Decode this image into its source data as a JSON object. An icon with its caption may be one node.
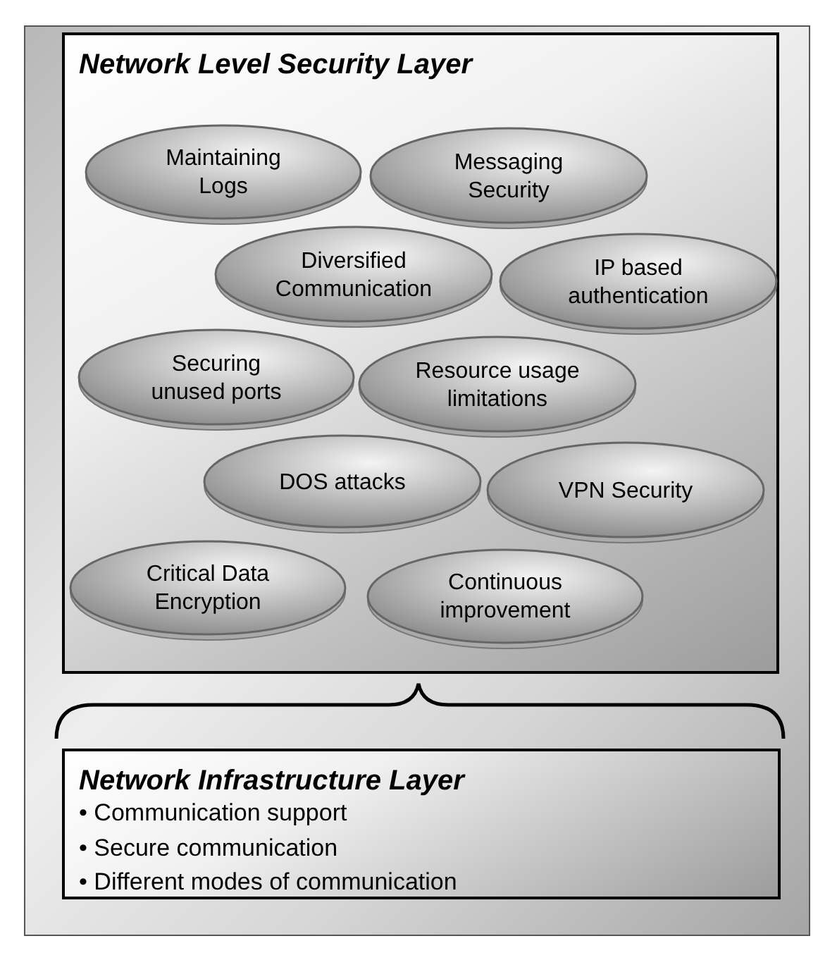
{
  "diagram": {
    "nodes": [
      {
        "text": [
          "Network Level Security Layer"
        ]
      },
      {
        "text": [
          "Maintaining Logs"
        ],
        "in": 0
      },
      {
        "text": [
          "Messaging Security"
        ],
        "in": 0
      },
      {
        "text": [
          "Diversified Communication"
        ],
        "in": 0
      },
      {
        "text": [
          "IP based authentication"
        ],
        "in": 0
      },
      {
        "text": [
          "Securing unused ports"
        ],
        "in": 0
      },
      {
        "text": [
          "Resource usage limitations"
        ],
        "in": 0
      },
      {
        "text": [
          "DOS attacks"
        ],
        "in": 0
      },
      {
        "text": [
          "VPN Security"
        ],
        "in": 0
      },
      {
        "text": [
          "Critical Data Encryption"
        ],
        "in": 0
      },
      {
        "text": [
          "Continuous improvement"
        ],
        "in": 0
      },
      {
        "text": [
          "Network Infrastructure Layer",
          "• Communication support",
          "• Secure communication",
          "• Different modes of communication"
        ]
      }
    ],
    "edges": []
  }
}
